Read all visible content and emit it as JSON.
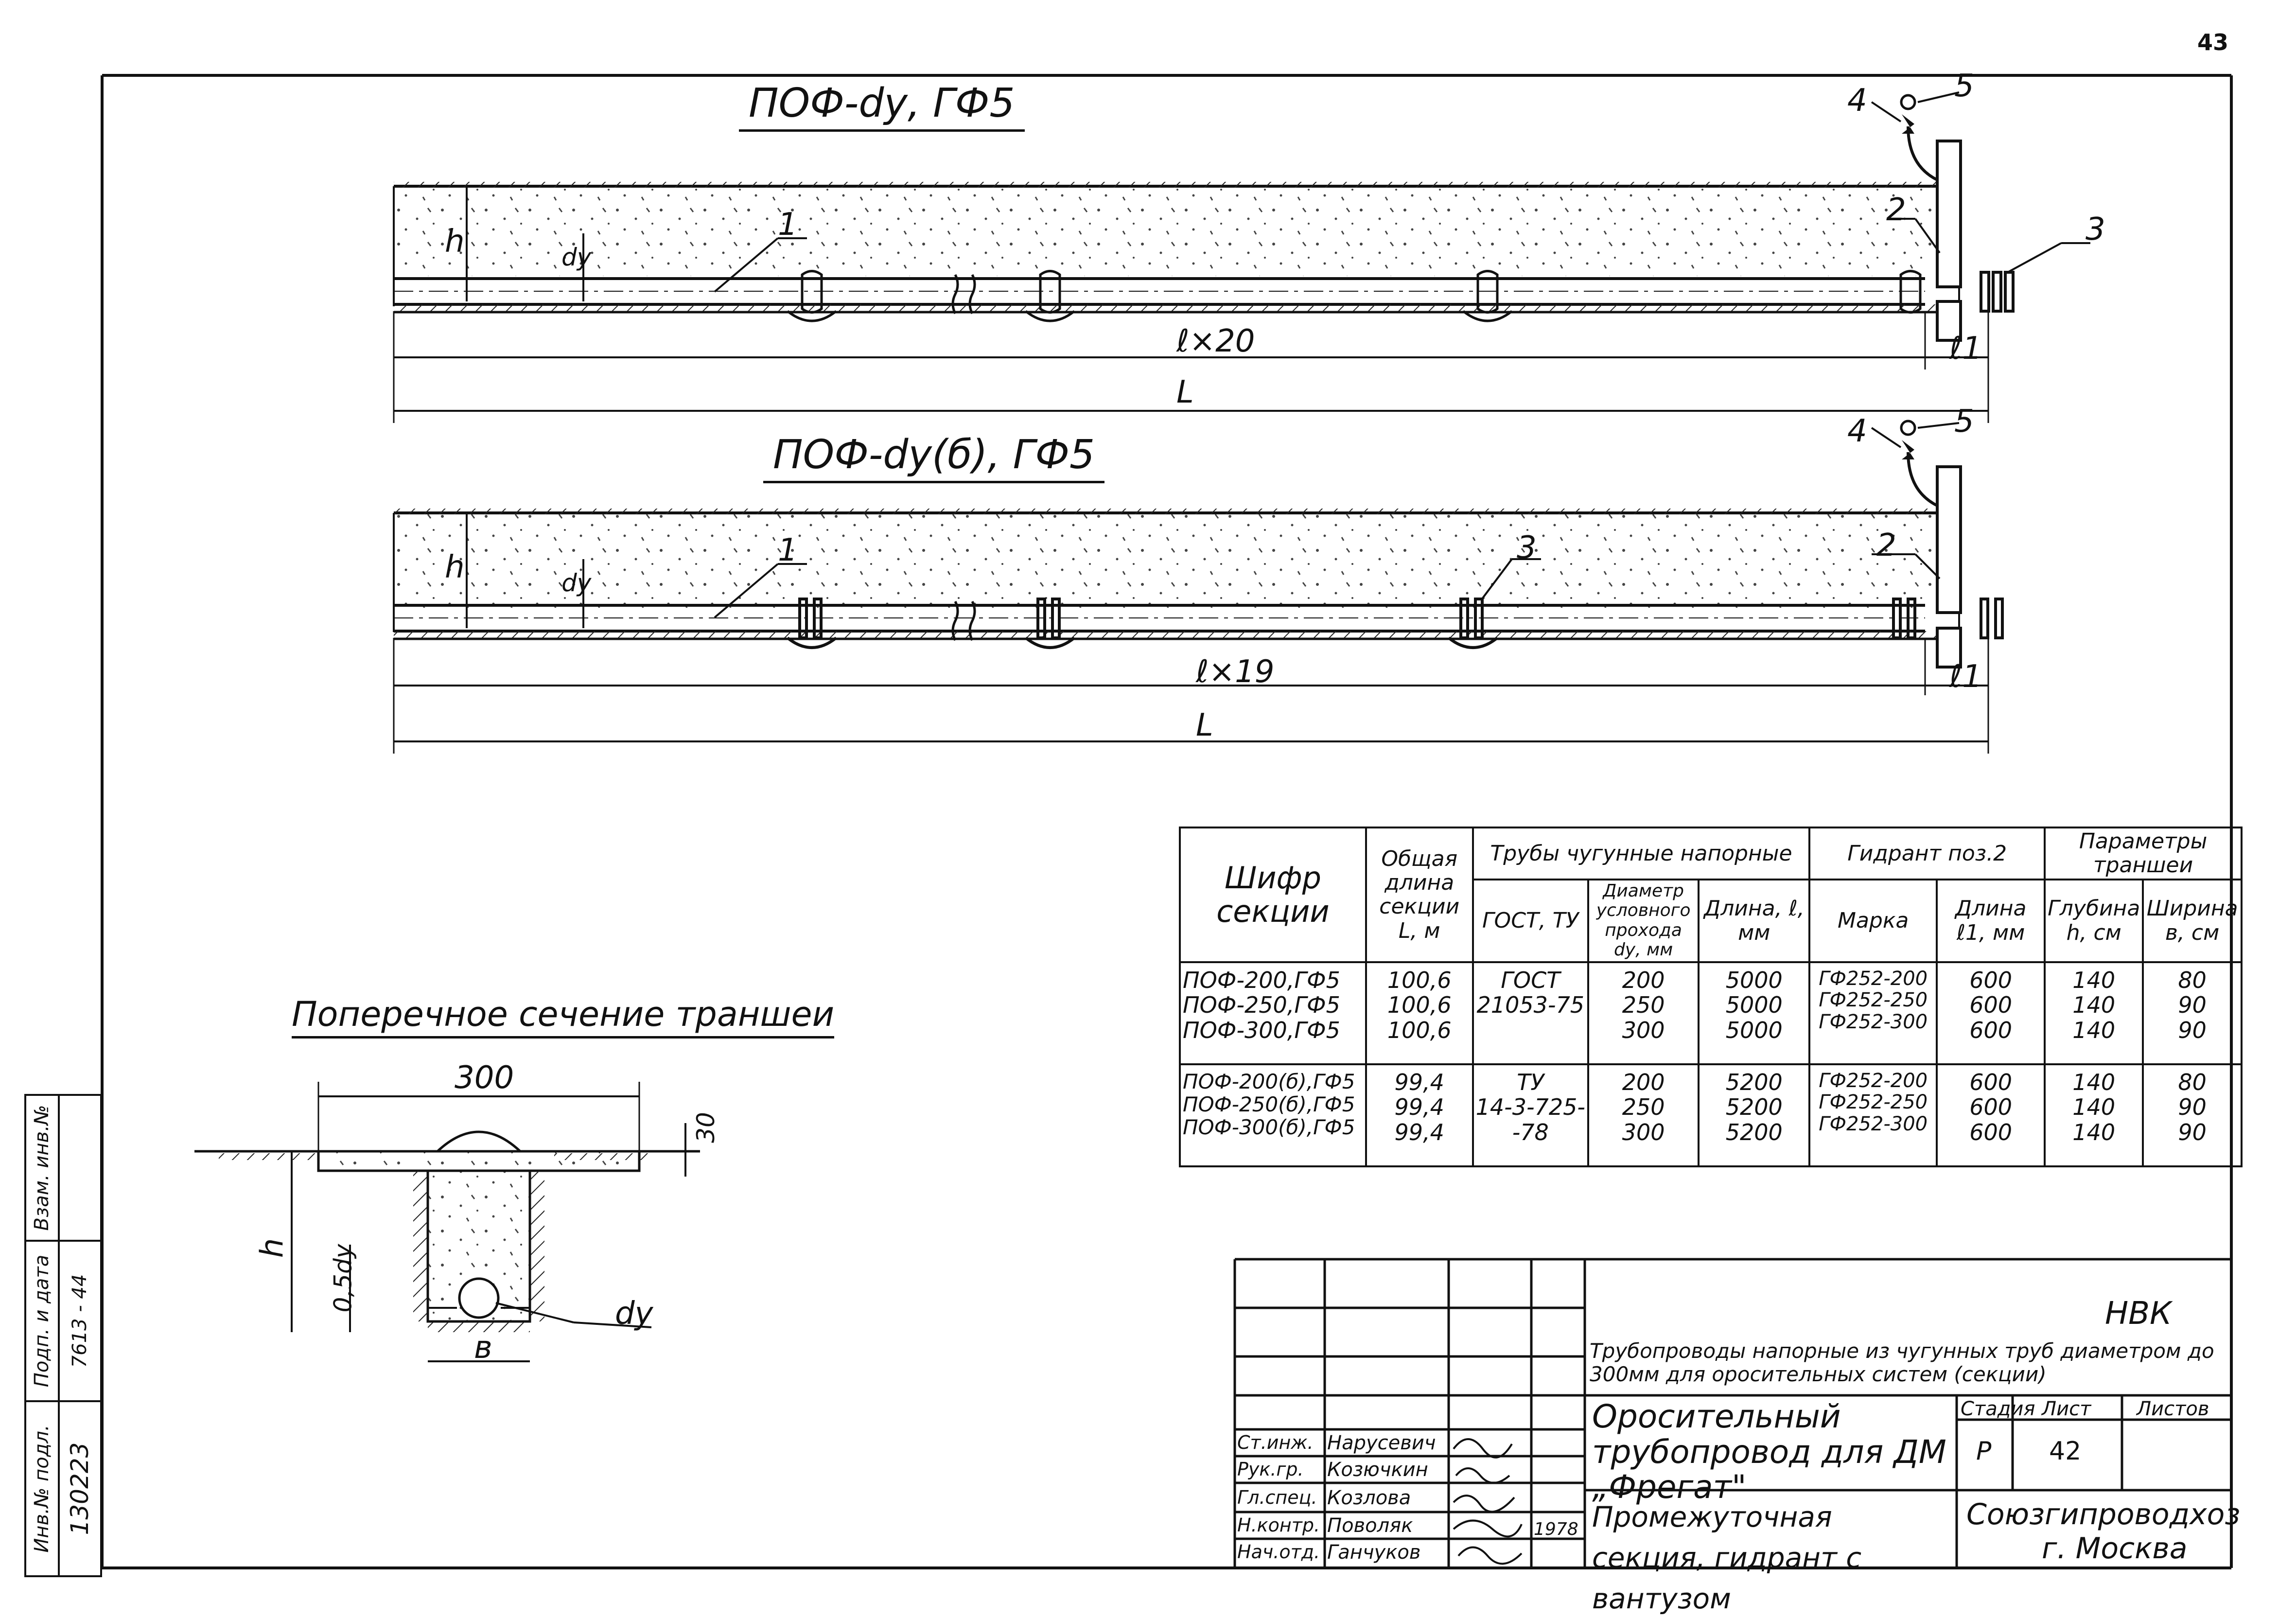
{
  "page_number": "43",
  "drawing1": {
    "title": "ПОФ-dу, ГФ5",
    "pos1": "1",
    "pos2": "2",
    "pos3": "3",
    "pos4": "4",
    "pos5": "5",
    "h": "h",
    "dy": "dу",
    "l_times": "ℓ×20",
    "l1": "ℓ1",
    "L": "L"
  },
  "drawing2": {
    "title": "ПОФ-dу(б), ГФ5",
    "pos1": "1",
    "pos2": "2",
    "pos3": "3",
    "pos4": "4",
    "pos5": "5",
    "h": "h",
    "dy": "dу",
    "l_times": "ℓ×19",
    "l1": "ℓ1",
    "L": "L"
  },
  "cross_section": {
    "title": "Поперечное сечение траншеи",
    "w300": "300",
    "d30": "30",
    "h": "h",
    "half_dy": "0,5dу",
    "dy": "dу",
    "b": "в"
  },
  "table": {
    "h_shifr": "Шифр секции",
    "h_length": "Общая длина секции L, м",
    "h_pipes": "Трубы чугунные напорные",
    "h_hydrant": "Гидрант поз.2",
    "h_trench": "Параметры траншеи",
    "h_gost": "ГОСТ, ТУ",
    "h_diam": "Диаметр условного прохода dу, мм",
    "h_plen": "Длина, ℓ, мм",
    "h_mark": "Марка",
    "h_hlen": "Длина ℓ1, мм",
    "h_depth": "Глубина h, см",
    "h_width": "Ширина в, см",
    "groups": [
      {
        "shifr": "ПОФ-200,ГФ5\nПОФ-250,ГФ5\nПОФ-300,ГФ5",
        "length": "100,6\n100,6\n100,6",
        "gost": "ГОСТ\n21053-75",
        "diam": "200\n250\n300",
        "plen": "5000\n5000\n5000",
        "mark": "ГФ252-200\nГФ252-250\nГФ252-300",
        "hlen": "600\n600\n600",
        "depth": "140\n140\n140",
        "width": "80\n90\n90"
      },
      {
        "shifr": "ПОФ-200(б),ГФ5\nПОФ-250(б),ГФ5\nПОФ-300(б),ГФ5",
        "length": "99,4\n99,4\n99,4",
        "gost": "ТУ\n14-3-725-\n-78",
        "diam": "200\n250\n300",
        "plen": "5200\n5200\n5200",
        "mark": "ГФ252-200\nГФ252-250\nГФ252-300",
        "hlen": "600\n600\n600",
        "depth": "140\n140\n140",
        "width": "80\n90\n90"
      }
    ]
  },
  "side_stamp": {
    "inv_label": "Инв.№ подл.",
    "inv_value": "130223",
    "sign_label": "Подп. и дата",
    "sign_value": "7613 - 44",
    "repl_label": "Взам. инв.№"
  },
  "title_block": {
    "code": "НВК",
    "doc_title": "Трубопроводы напорные из чугунных труб диаметром до 300мм для оросительных систем (секции)",
    "sheet_title": "Оросительный трубопровод для ДМ „Фрегат\"",
    "sub_title": "Промежуточная секция, гидрант с вантузом",
    "org": "Союзгипроводхоз",
    "city": "г. Москва",
    "stage_label": "Стадия",
    "sheet_label": "Лист",
    "sheets_label": "Листов",
    "stage": "Р",
    "sheet": "42",
    "sheets": "",
    "date": "1978",
    "people": [
      {
        "role": "Ст.инж.",
        "name": "Нарусевич"
      },
      {
        "role": "Рук.гр.",
        "name": "Козючкин"
      },
      {
        "role": "Гл.спец.",
        "name": "Козлова"
      },
      {
        "role": "Н.контр.",
        "name": "Поволяк"
      },
      {
        "role": "Нач.отд.",
        "name": "Ганчуков"
      }
    ]
  }
}
